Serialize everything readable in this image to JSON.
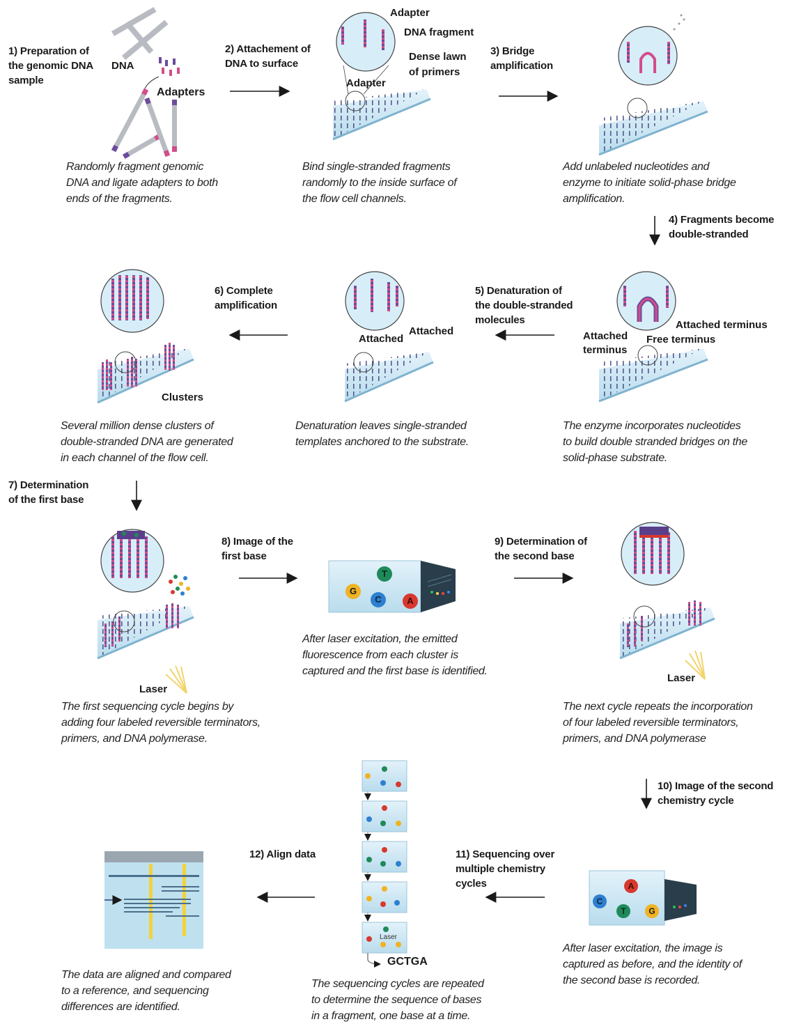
{
  "steps": {
    "s1": {
      "label": "1) Preparation of\nthe genomic DNA\nsample",
      "caption": "Randomly fragment genomic\nDNA and ligate adapters to both\nends of the fragments."
    },
    "s2": {
      "label": "2) Attachement of\nDNA to surface",
      "caption": "Bind single-stranded fragments\nrandomly to the inside surface of\nthe flow cell channels."
    },
    "s3": {
      "label": "3) Bridge\namplification",
      "caption": "Add unlabeled nucleotides and\nenzyme to initiate solid-phase bridge\namplification."
    },
    "s4": {
      "label": "4) Fragments become\ndouble-stranded",
      "caption": "The enzyme incorporates nucleotides\nto build double stranded bridges on the\nsolid-phase substrate."
    },
    "s5": {
      "label": "5) Denaturation of\nthe double-stranded\nmolecules",
      "caption": "Denaturation leaves single-stranded\ntemplates anchored to the substrate."
    },
    "s6": {
      "label": "6) Complete\namplification",
      "caption": "Several million dense clusters of\ndouble-stranded DNA are generated\nin each channel of the flow cell."
    },
    "s7": {
      "label": "7) Determination\nof the first base",
      "caption": "The first sequencing cycle begins by\nadding four labeled reversible terminators,\nprimers, and DNA polymerase."
    },
    "s8": {
      "label": "8) Image of the\nfirst base",
      "caption": "After laser excitation, the emitted\nfluorescence from each cluster is\ncaptured and the first base is identified."
    },
    "s9": {
      "label": "9) Determination of\nthe second base",
      "caption": "The next cycle repeats the incorporation\nof four labeled reversible terminators,\nprimers, and DNA polymerase"
    },
    "s10": {
      "label": "10) Image of the second\nchemistry cycle",
      "caption": "After laser excitation, the image is\ncaptured as before, and the identity of\nthe second base is recorded."
    },
    "s11": {
      "label": "11) Sequencing over\nmultiple chemistry\ncycles",
      "caption": "The sequencing cycles are repeated\nto determine the sequence of bases\nin a fragment, one base at a time."
    },
    "s12": {
      "label": "12) Align data",
      "caption": "The data are aligned and compared\nto a reference, and sequencing\ndifferences are identified."
    }
  },
  "annotations": {
    "dna": "DNA",
    "adapters": "Adapters",
    "adapter_top": "Adapter",
    "dna_fragment": "DNA fragment",
    "dense_lawn": "Dense lawn\nof primers",
    "adapter_bottom": "Adapter",
    "attached_terminus_left": "Attached\nterminus",
    "attached_terminus_right": "Attached terminus",
    "free_terminus": "Free terminus",
    "attached_1": "Attached",
    "attached_2": "Attached",
    "clusters": "Clusters",
    "laser_1": "Laser",
    "laser_2": "Laser",
    "laser_small": "Laser",
    "sequence": "GCTGA"
  },
  "bases": {
    "g": "G",
    "t": "T",
    "c": "C",
    "a": "A"
  },
  "colors": {
    "g": "#f0b323",
    "t": "#1e8a5a",
    "c": "#2e7fcf",
    "a": "#d8382d",
    "surface": "#cfe8f4",
    "strand_purple": "#6b4c9a",
    "strand_pink": "#d44c8a"
  }
}
